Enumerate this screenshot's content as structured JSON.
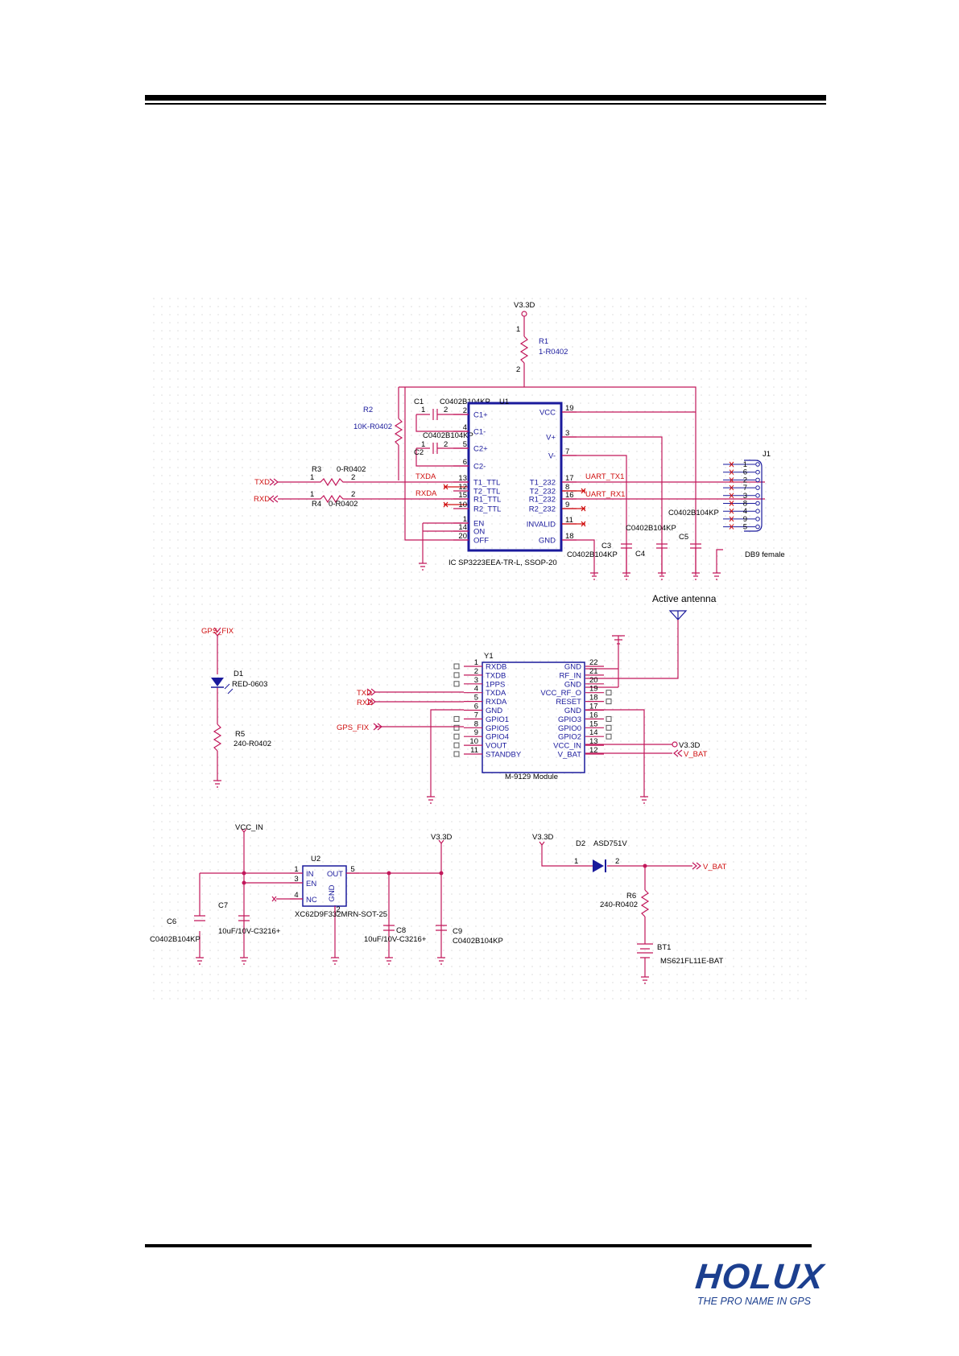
{
  "schematic": {
    "power": {
      "v33": "V3.3D",
      "vccin": "VCC_IN"
    },
    "r1": {
      "ref": "R1",
      "val": "1-R0402"
    },
    "r2": {
      "ref": "R2",
      "val": "10K-R0402"
    },
    "r3": {
      "ref": "R3",
      "val": "0-R0402"
    },
    "r4": {
      "ref": "R4",
      "val": "0-R0402"
    },
    "r5": {
      "ref": "R5",
      "val": "240-R0402"
    },
    "r6": {
      "ref": "R6",
      "val": "240-R0402"
    },
    "c1": {
      "ref": "C1",
      "val": "C0402B104KP"
    },
    "c2": {
      "ref": "C2",
      "val": "C0402B104KP"
    },
    "c3": {
      "ref": "C3",
      "val": "C0402B104KP"
    },
    "c4": {
      "ref": "C4",
      "val": "C0402B104KP"
    },
    "c5": {
      "ref": "C5",
      "val": "C0402B104KP"
    },
    "c6": {
      "ref": "C6",
      "val": "C0402B104KP"
    },
    "c7": {
      "ref": "C7",
      "val": "10uF/10V-C3216+"
    },
    "c8": {
      "ref": "C8",
      "val": "10uF/10V-C3216+"
    },
    "c9": {
      "ref": "C9",
      "val": "C0402B104KP"
    },
    "u1": {
      "ref": "U1",
      "desc": "IC SP3223EEA-TR-L, SSOP-20",
      "left": [
        {
          "num": "2",
          "name": "C1+"
        },
        {
          "num": "4",
          "name": "C1-"
        },
        {
          "num": "5",
          "name": "C2+"
        },
        {
          "num": "6",
          "name": "C2-"
        },
        {
          "num": "13",
          "name": "T1_TTL"
        },
        {
          "num": "12",
          "name": "T2_TTL"
        },
        {
          "num": "15",
          "name": "R1_TTL"
        },
        {
          "num": "10",
          "name": "R2_TTL"
        },
        {
          "num": "1",
          "name": "EN"
        },
        {
          "num": "14",
          "name": "ON"
        },
        {
          "num": "20",
          "name": "OFF"
        }
      ],
      "right": [
        {
          "num": "19",
          "name": "VCC"
        },
        {
          "num": "3",
          "name": "V+"
        },
        {
          "num": "7",
          "name": "V-"
        },
        {
          "num": "17",
          "name": "T1_232"
        },
        {
          "num": "8",
          "name": "T2_232"
        },
        {
          "num": "16",
          "name": "R1_232"
        },
        {
          "num": "9",
          "name": "R2_232"
        },
        {
          "num": "11",
          "name": "INVALID"
        },
        {
          "num": "18",
          "name": "GND"
        }
      ]
    },
    "j1": {
      "ref": "J1",
      "desc": "DB9 female",
      "pins": [
        "1",
        "6",
        "2",
        "7",
        "3",
        "8",
        "4",
        "9",
        "5"
      ]
    },
    "nets": {
      "txd": "TXD",
      "rxd": "RXD",
      "txda": "TXDA",
      "rxda": "RXDA",
      "uart_tx1": "UART_TX1",
      "uart_rx1": "UART_RX1",
      "gps_fix": "GPS_FIX",
      "v_bat": "V_BAT"
    },
    "d1": {
      "ref": "D1",
      "val": "RED-0603"
    },
    "d2": {
      "ref": "D2",
      "val": "ASD751V"
    },
    "bt1": {
      "ref": "BT1",
      "val": "MS621FL11E-BAT"
    },
    "antenna_label": "Active antenna",
    "y1": {
      "ref": "Y1",
      "desc": "M-9129 Module",
      "left": [
        {
          "num": "1",
          "name": "RXDB"
        },
        {
          "num": "2",
          "name": "TXDB"
        },
        {
          "num": "3",
          "name": "1PPS"
        },
        {
          "num": "4",
          "name": "TXDA"
        },
        {
          "num": "5",
          "name": "RXDA"
        },
        {
          "num": "6",
          "name": "GND"
        },
        {
          "num": "7",
          "name": "GPIO1"
        },
        {
          "num": "8",
          "name": "GPIO5"
        },
        {
          "num": "9",
          "name": "GPIO4"
        },
        {
          "num": "10",
          "name": "VOUT"
        },
        {
          "num": "11",
          "name": "STANDBY"
        }
      ],
      "right": [
        {
          "num": "22",
          "name": "GND"
        },
        {
          "num": "21",
          "name": "RF_IN"
        },
        {
          "num": "20",
          "name": "GND"
        },
        {
          "num": "19",
          "name": "VCC_RF_O"
        },
        {
          "num": "18",
          "name": "RESET"
        },
        {
          "num": "17",
          "name": "GND"
        },
        {
          "num": "16",
          "name": "GPIO3"
        },
        {
          "num": "15",
          "name": "GPIO0"
        },
        {
          "num": "14",
          "name": "GPIO2"
        },
        {
          "num": "13",
          "name": "VCC_IN"
        },
        {
          "num": "12",
          "name": "V_BAT"
        }
      ]
    },
    "u2": {
      "ref": "U2",
      "desc": "XC62D9F332MRN-SOT-25",
      "pins": [
        {
          "num": "1",
          "name": "IN"
        },
        {
          "num": "3",
          "name": "EN"
        },
        {
          "num": "4",
          "name": "NC"
        },
        {
          "num": "5",
          "name": "OUT"
        },
        {
          "num": "2",
          "name": "GND"
        }
      ]
    }
  },
  "logo": {
    "brand": "HOLUX",
    "tagline": "THE PRO NAME IN GPS"
  },
  "colors": {
    "wire": "#c2185b",
    "body": "#1a1a9c",
    "net": "#d01010",
    "brand": "#1c3f8f"
  }
}
